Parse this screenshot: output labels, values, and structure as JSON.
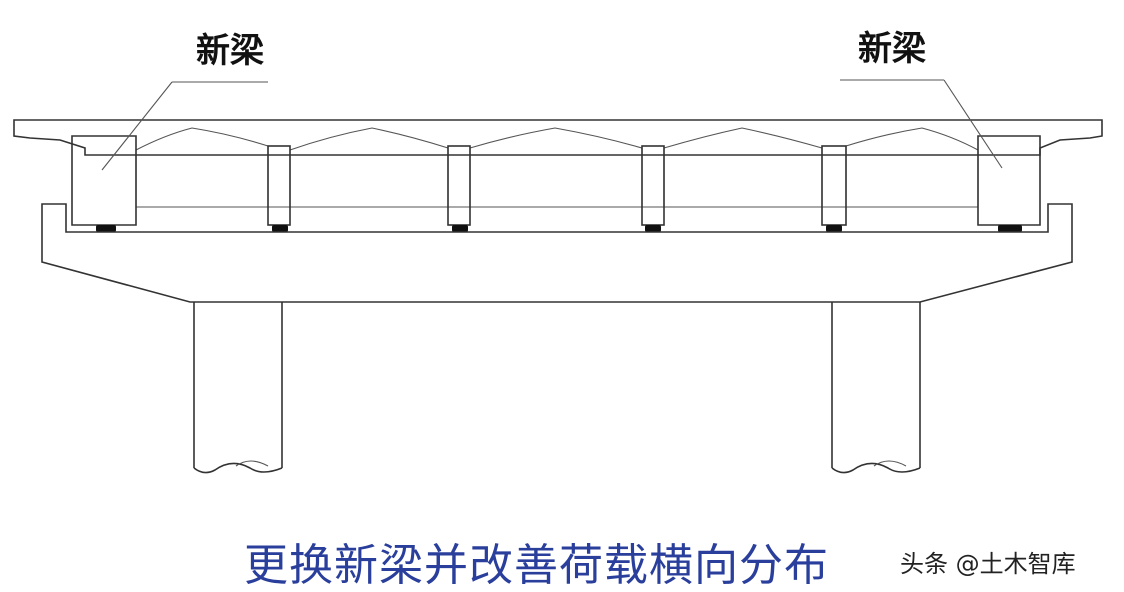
{
  "labels": {
    "left_new_beam": "新梁",
    "right_new_beam": "新梁"
  },
  "caption": "更换新梁并改善荷载横向分布",
  "watermark": "头条 @土木智库",
  "colors": {
    "line": "#333333",
    "caption": "#2a3f9c",
    "bearing": "#111111",
    "background": "#ffffff"
  }
}
